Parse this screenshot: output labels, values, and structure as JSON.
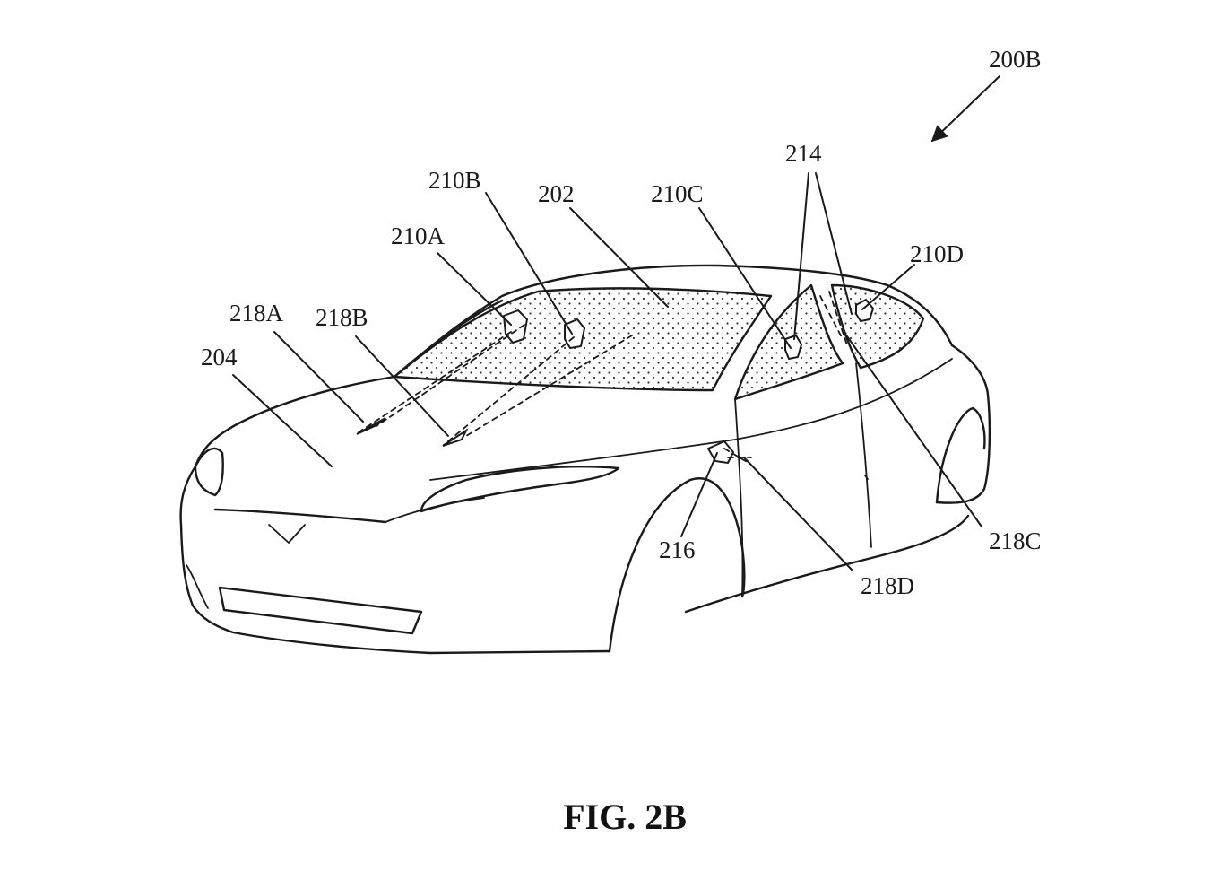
{
  "figure": {
    "caption": "FIG. 2B",
    "labels": {
      "ref_200B": "200B",
      "ref_214": "214",
      "ref_210B": "210B",
      "ref_202": "202",
      "ref_210C": "210C",
      "ref_210A": "210A",
      "ref_210D": "210D",
      "ref_218A": "218A",
      "ref_218B": "218B",
      "ref_204": "204",
      "ref_216": "216",
      "ref_218C": "218C",
      "ref_218D": "218D"
    }
  }
}
